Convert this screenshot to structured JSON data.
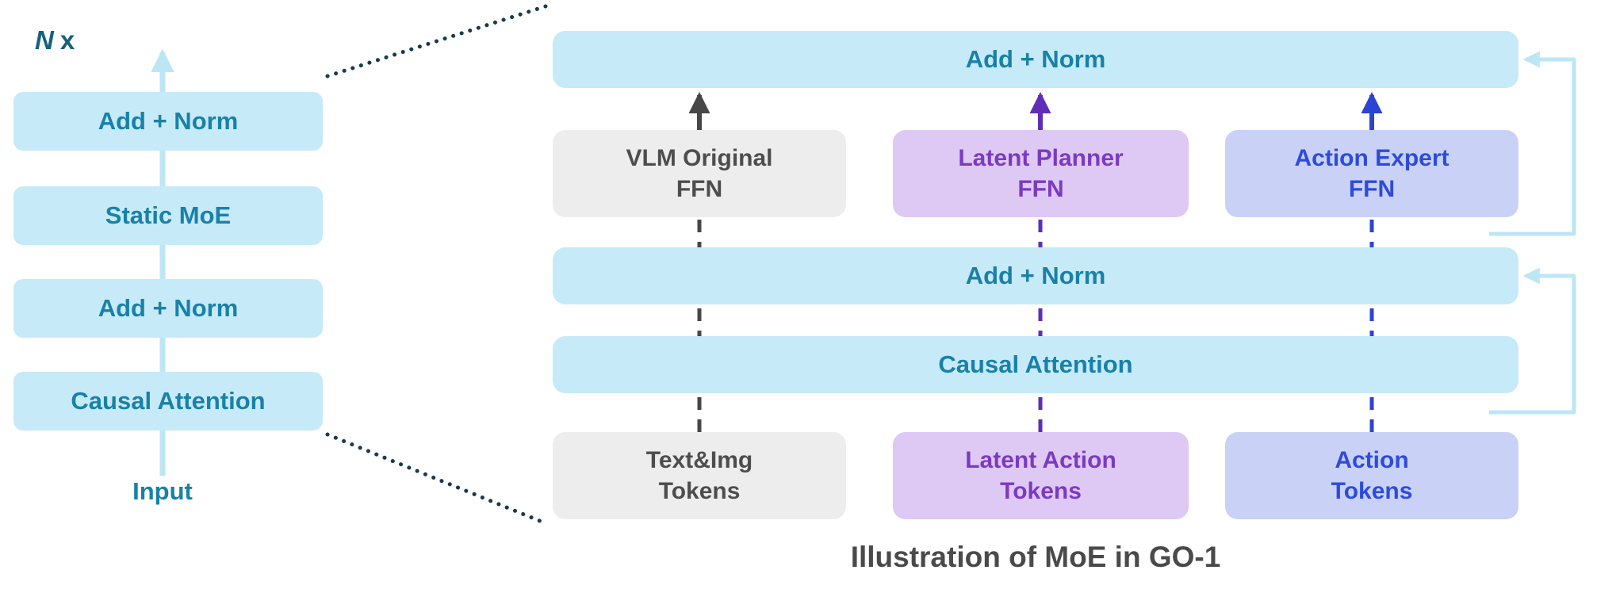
{
  "colors": {
    "box_blue": "#C6EAF8",
    "text_teal": "#1981A8",
    "box_gray": "#EDEDED",
    "text_gray": "#4D4D4D",
    "box_purple": "#DEC9F4",
    "text_purple": "#7B3AC2",
    "box_periwinkle": "#C9D2F6",
    "text_blue": "#2E4BDB",
    "arrow_gray": "#474747",
    "arrow_purple": "#5F2EB8",
    "arrow_blue": "#2B44D4",
    "residual_blue": "#BDE6F5",
    "dotted_navy": "#173A52",
    "caption_gray": "#4A4A4A",
    "repeat_teal": "#15617E"
  },
  "left_panel": {
    "repeat_n": "N",
    "repeat_x": "x",
    "blocks": [
      {
        "label": "Add + Norm"
      },
      {
        "label": "Static MoE"
      },
      {
        "label": "Add + Norm"
      },
      {
        "label": "Causal Attention"
      }
    ],
    "input_label": "Input"
  },
  "right_panel": {
    "top_add_norm": "Add + Norm",
    "mid_add_norm": "Add + Norm",
    "causal_attention": "Causal Attention",
    "ffn_blocks": [
      {
        "line1": "VLM Original",
        "line2": "FFN"
      },
      {
        "line1": "Latent Planner",
        "line2": "FFN"
      },
      {
        "line1": "Action Expert",
        "line2": "FFN"
      }
    ],
    "token_blocks": [
      {
        "line1": "Text&Img",
        "line2": "Tokens"
      },
      {
        "line1": "Latent Action",
        "line2": "Tokens"
      },
      {
        "line1": "Action",
        "line2": "Tokens"
      }
    ]
  },
  "caption": "Illustration of MoE in GO-1"
}
